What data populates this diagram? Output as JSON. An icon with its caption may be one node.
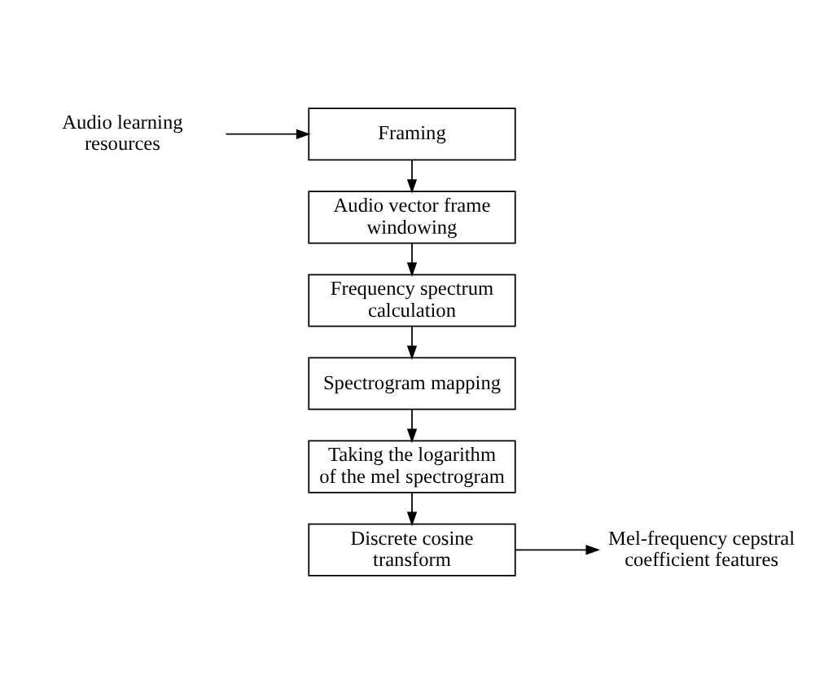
{
  "diagram": {
    "nodes": [
      {
        "text": [
          "Framing"
        ]
      },
      {
        "text": [
          "Audio vector frame windowing"
        ]
      },
      {
        "text": [
          "Frequency spectrum calculation"
        ]
      },
      {
        "text": [
          "Spectrogram mapping"
        ]
      },
      {
        "text": [
          "Taking the logarithm of the mel spectrogram"
        ]
      },
      {
        "text": [
          "Discrete cosine transform"
        ]
      },
      {
        "text": [
          "Audio learning resources"
        ]
      },
      {
        "text": [
          "Mel-frequency cepstral coefficient features"
        ]
      }
    ],
    "edges": [
      {
        "from": 6,
        "to": 0,
        "arrow": "to"
      },
      {
        "from": 0,
        "to": 1,
        "arrow": "to"
      },
      {
        "from": 1,
        "to": 2,
        "arrow": "to"
      },
      {
        "from": 2,
        "to": 3,
        "arrow": "to"
      },
      {
        "from": 3,
        "to": 4,
        "arrow": "to"
      },
      {
        "from": 4,
        "to": 5,
        "arrow": "to"
      },
      {
        "from": 5,
        "to": 7,
        "arrow": "to"
      }
    ]
  }
}
